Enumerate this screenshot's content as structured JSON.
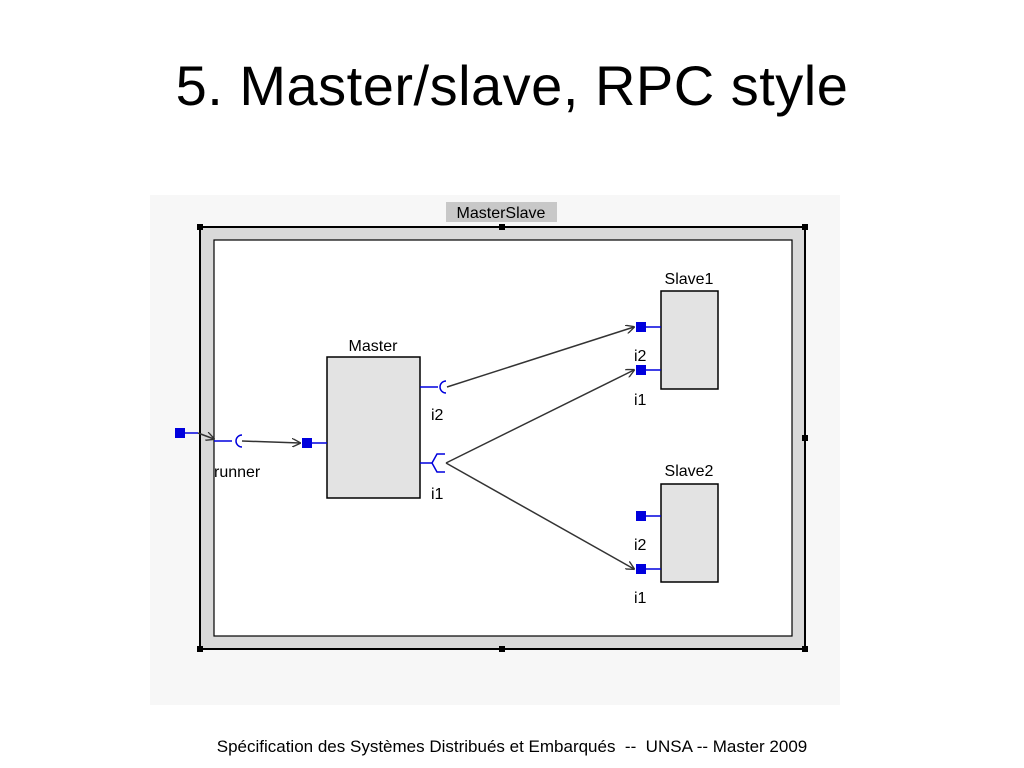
{
  "slide": {
    "title": "5.  Master/slave, RPC style",
    "footer": "Spécification des Systèmes Distribués et Embarqués  --  UNSA -- Master 2009"
  },
  "diagram": {
    "container": {
      "name": "MasterSlave"
    },
    "components": [
      {
        "id": "master",
        "name": "Master"
      },
      {
        "id": "slave1",
        "name": "Slave1"
      },
      {
        "id": "slave2",
        "name": "Slave2"
      }
    ],
    "ports": {
      "runner": "runner",
      "master_i2": "i2",
      "master_i1": "i1",
      "slave1_i2": "i2",
      "slave1_i1": "i1",
      "slave2_i2": "i2",
      "slave2_i1": "i1"
    },
    "connections": [
      {
        "from": "container.runner",
        "to": "master.runner"
      },
      {
        "from": "master.i2",
        "to": "slave1.i2"
      },
      {
        "from": "master.i1",
        "to": "slave1.i1"
      },
      {
        "from": "master.i1",
        "to": "slave2.i1"
      }
    ],
    "colors": {
      "port": "#0000dd",
      "component_fill": "#e3e3e3",
      "frame": "#d9d9d9",
      "title_highlight": "#c8c8c8",
      "wire": "#444444"
    }
  }
}
